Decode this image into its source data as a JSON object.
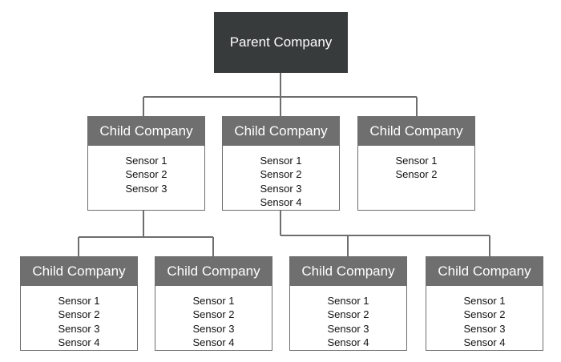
{
  "parent": {
    "label": "Parent Company"
  },
  "level1": [
    {
      "label": "Child Company",
      "sensors": [
        "Sensor 1",
        "Sensor 2",
        "Sensor 3"
      ]
    },
    {
      "label": "Child Company",
      "sensors": [
        "Sensor 1",
        "Sensor 2",
        "Sensor 3",
        "Sensor 4"
      ]
    },
    {
      "label": "Child Company",
      "sensors": [
        "Sensor 1",
        "Sensor 2"
      ]
    }
  ],
  "level2": [
    {
      "label": "Child Company",
      "sensors": [
        "Sensor 1",
        "Sensor 2",
        "Sensor 3",
        "Sensor 4"
      ]
    },
    {
      "label": "Child Company",
      "sensors": [
        "Sensor 1",
        "Sensor 2",
        "Sensor 3",
        "Sensor 4"
      ]
    },
    {
      "label": "Child Company",
      "sensors": [
        "Sensor 1",
        "Sensor 2",
        "Sensor 3",
        "Sensor 4"
      ]
    },
    {
      "label": "Child Company",
      "sensors": [
        "Sensor 1",
        "Sensor 2",
        "Sensor 3",
        "Sensor 4"
      ]
    }
  ],
  "colors": {
    "parent_fill": "#383b3c",
    "child_header_fill": "#6f6f6f",
    "border": "#6d6d6d",
    "connector": "#6e6e6e"
  }
}
